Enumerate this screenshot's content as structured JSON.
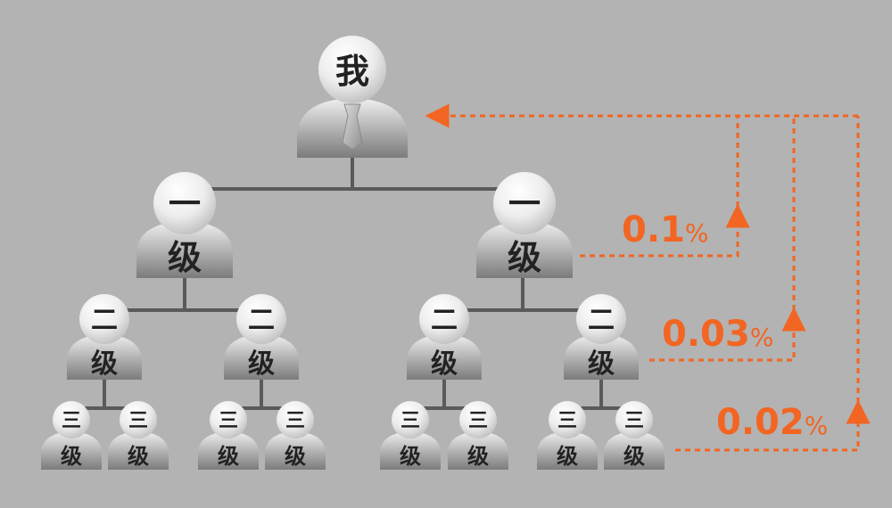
{
  "nodes": {
    "root": {
      "label": "我"
    },
    "level1": [
      {
        "top": "一",
        "body": "级"
      },
      {
        "top": "一",
        "body": "级"
      }
    ],
    "level2": [
      {
        "top": "二",
        "body": "级"
      },
      {
        "top": "二",
        "body": "级"
      },
      {
        "top": "二",
        "body": "级"
      },
      {
        "top": "二",
        "body": "级"
      }
    ],
    "level3": [
      {
        "top": "三",
        "body": "级"
      },
      {
        "top": "三",
        "body": "级"
      },
      {
        "top": "三",
        "body": "级"
      },
      {
        "top": "三",
        "body": "级"
      },
      {
        "top": "三",
        "body": "级"
      },
      {
        "top": "三",
        "body": "级"
      },
      {
        "top": "三",
        "body": "级"
      },
      {
        "top": "三",
        "body": "级"
      }
    ]
  },
  "commissions": [
    {
      "value": "0.1",
      "unit": "%"
    },
    {
      "value": "0.03",
      "unit": "%"
    },
    {
      "value": "0.02",
      "unit": "%"
    }
  ],
  "colors": {
    "background": "#b3b3b3",
    "connector": "#5a5a5a",
    "accent": "#f26522"
  }
}
